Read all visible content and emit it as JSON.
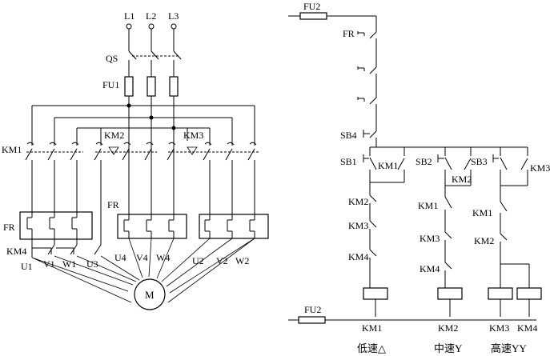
{
  "power": {
    "phases": [
      "L1",
      "L2",
      "L3"
    ],
    "qs": "QS",
    "fu1": "FU1",
    "km1": "KM1",
    "km2": "KM2",
    "km3": "KM3",
    "fr": "FR",
    "fr2": "FR",
    "km4": "KM4",
    "terminals_low": [
      "U1",
      "V1",
      "W1",
      "U3"
    ],
    "terminals_mid": [
      "U4",
      "V4",
      "W4"
    ],
    "terminals_high": [
      "U2",
      "V2",
      "W2"
    ],
    "motor": "M"
  },
  "control": {
    "fu2_top": "FU2",
    "fu2_bottom": "FU2",
    "fr": "FR",
    "sb4": "SB4",
    "sb1": "SB1",
    "sb2": "SB2",
    "sb3": "SB3",
    "branch1": {
      "seal": "KM1",
      "interlocks": [
        "KM2",
        "KM3",
        "KM4"
      ],
      "coil": "KM1",
      "caption": "低速△"
    },
    "branch2": {
      "seal": "KM2",
      "interlocks": [
        "KM1",
        "KM3",
        "KM4"
      ],
      "coil": "KM2",
      "caption": "中速Y"
    },
    "branch3": {
      "seal": "KM3",
      "interlocks": [
        "KM1",
        "KM2"
      ],
      "coils": [
        "KM3",
        "KM4"
      ],
      "caption": "高速YY"
    }
  }
}
